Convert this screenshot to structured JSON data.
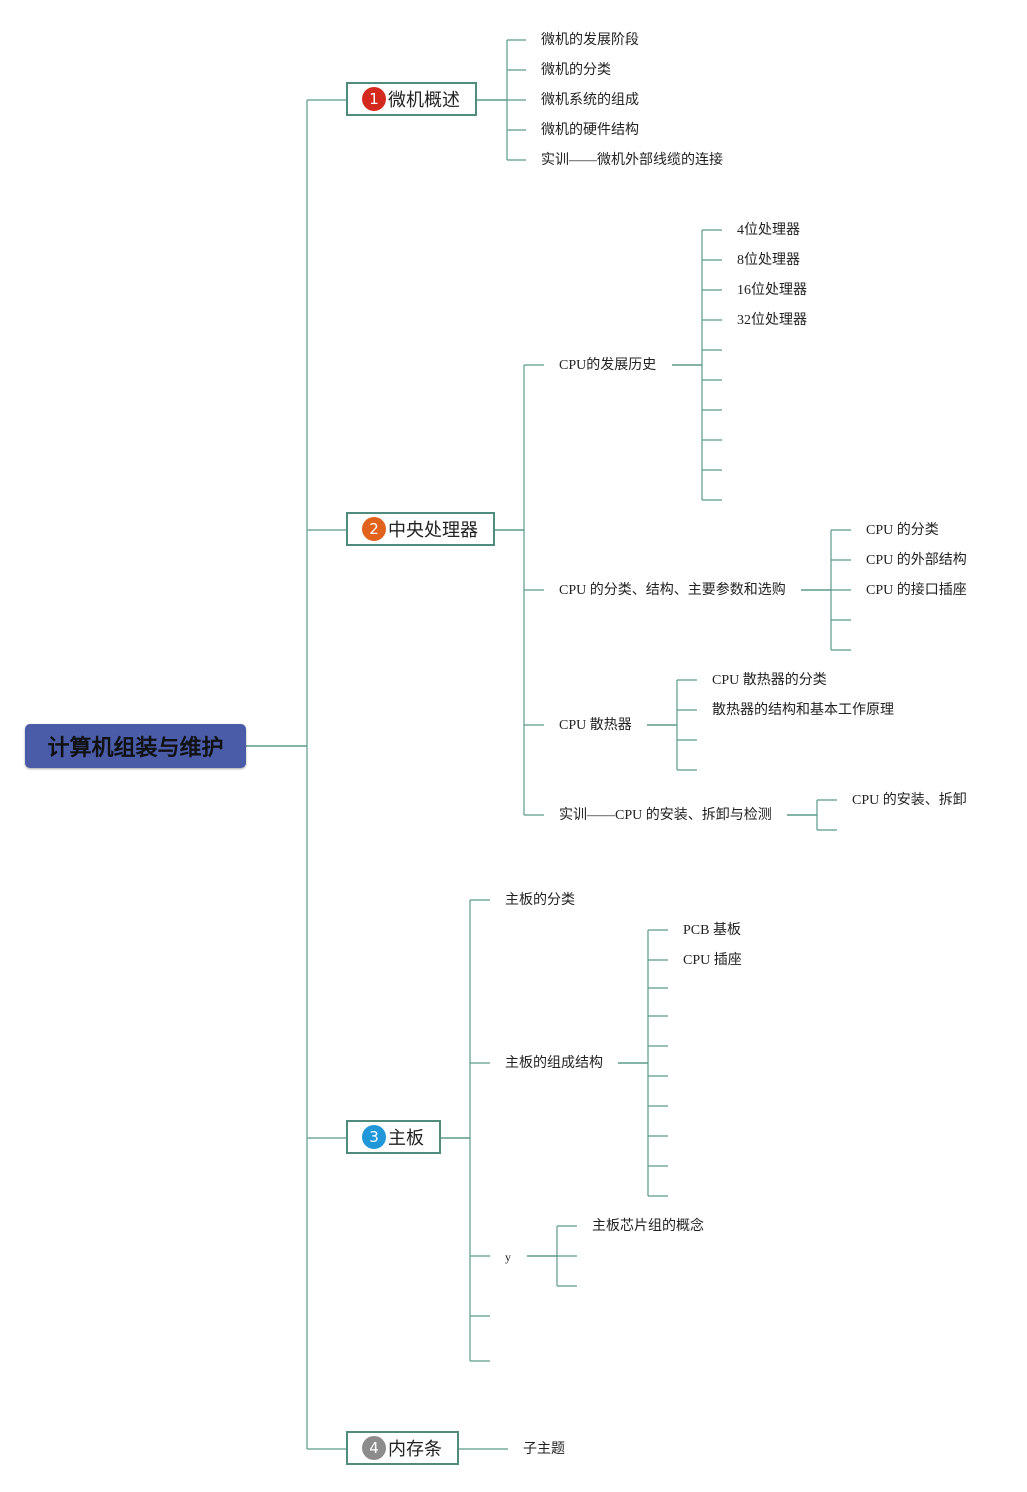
{
  "root": {
    "label": "计算机组装与维护",
    "color": "#4a5ba8"
  },
  "line_color": "#5b9a8b",
  "main_topics": [
    {
      "number": "1",
      "label": "微机概述",
      "badge_color": "#d42a1e",
      "children": [
        "微机的发展阶段",
        "微机的分类",
        "微机系统的组成",
        "微机的硬件结构",
        "实训——微机外部线缆的连接"
      ]
    },
    {
      "number": "2",
      "label": "中央处理器",
      "badge_color": "#e0621c",
      "children": [
        {
          "label": "CPU的发展历史",
          "children": [
            "4位处理器",
            "8位处理器",
            "16位处理器",
            "32位处理器",
            "",
            "",
            "",
            "",
            "",
            ""
          ]
        },
        {
          "label": "CPU 的分类、结构、主要参数和选购",
          "children": [
            "CPU 的分类",
            "CPU 的外部结构",
            "CPU 的接口插座",
            "",
            ""
          ]
        },
        {
          "label": "CPU 散热器",
          "children": [
            "CPU 散热器的分类",
            "散热器的结构和基本工作原理",
            "",
            ""
          ]
        },
        {
          "label": "实训——CPU 的安装、拆卸与检测",
          "children": [
            "CPU 的安装、拆卸",
            ""
          ]
        }
      ]
    },
    {
      "number": "3",
      "label": "主板",
      "badge_color": "#1f97d8",
      "children": [
        {
          "label": "主板的分类",
          "children": []
        },
        {
          "label": "主板的组成结构",
          "children": [
            "PCB 基板",
            "CPU 插座",
            "",
            "",
            "",
            "",
            "",
            "",
            "",
            ""
          ]
        },
        {
          "label": "y",
          "children": [
            "主板芯片组的概念",
            "",
            ""
          ]
        },
        {
          "label": "",
          "children": []
        },
        {
          "label": "",
          "children": []
        }
      ]
    },
    {
      "number": "4",
      "label": "内存条",
      "badge_color": "#8c8c8c",
      "children": [
        "子主题"
      ]
    }
  ]
}
